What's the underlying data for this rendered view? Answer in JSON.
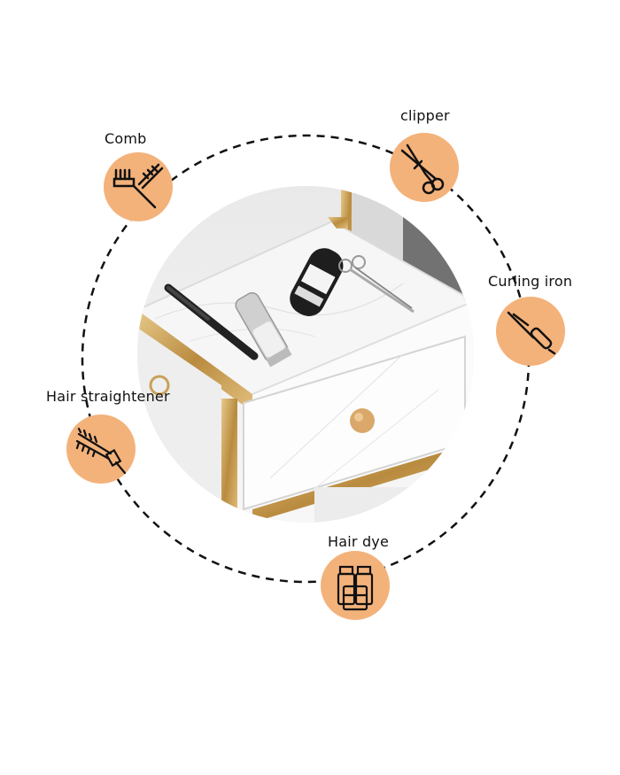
{
  "features": [
    {
      "id": "comb",
      "label": "Comb",
      "icon": "comb-icon"
    },
    {
      "id": "clipper",
      "label": "clipper",
      "icon": "scissors-icon"
    },
    {
      "id": "curling-iron",
      "label": "Curling iron",
      "icon": "curling-iron-icon"
    },
    {
      "id": "hair-straightener",
      "label": "Hair straightener",
      "icon": "hair-straightener-icon"
    },
    {
      "id": "hair-dye",
      "label": "Hair dye",
      "icon": "hair-dye-icon"
    }
  ],
  "colors": {
    "badge": "#f3b27a",
    "ring": "#111111",
    "gold_trim": "#c9a15a",
    "marble": "#f4f4f4"
  }
}
